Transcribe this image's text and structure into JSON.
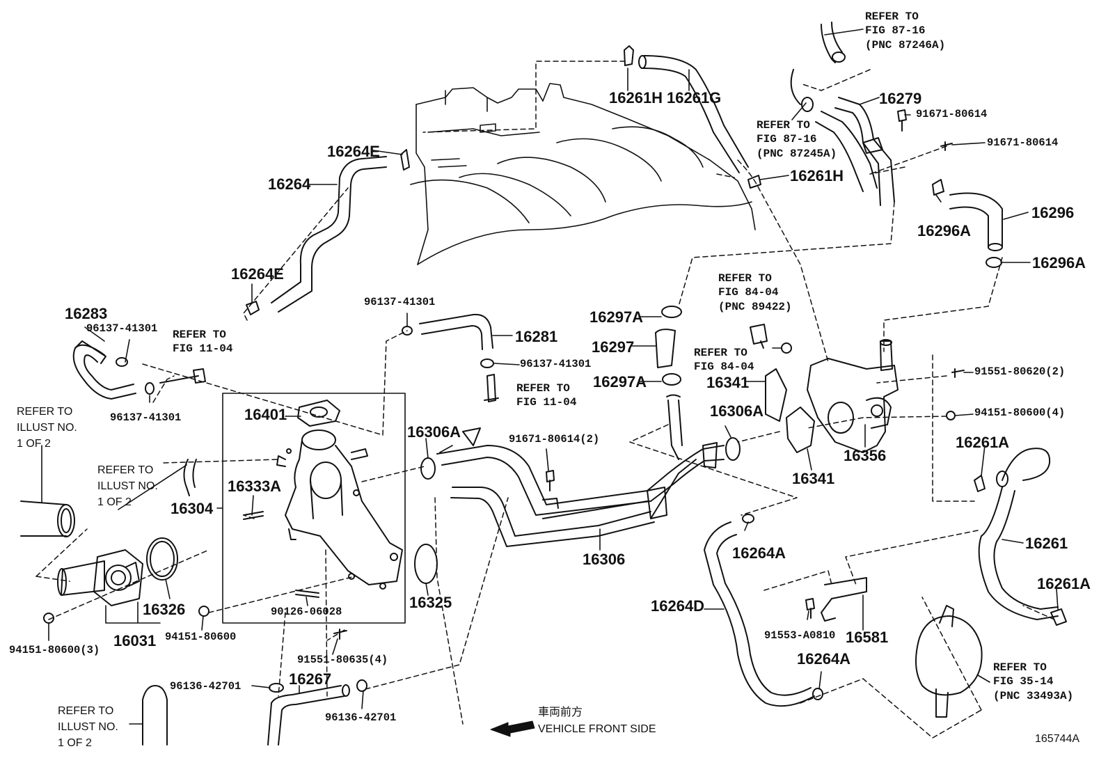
{
  "labels": {
    "p16261H_a": "16261H",
    "p16261G": "16261G",
    "p16261H_b": "16261H",
    "p16279": "16279",
    "p16264E_a": "16264E",
    "p16264": "16264",
    "p16264E_b": "16264E",
    "p16283": "16283",
    "p16281": "16281",
    "p16296": "16296",
    "p16296A_a": "16296A",
    "p16296A_b": "16296A",
    "p16297A_a": "16297A",
    "p16297": "16297",
    "p16297A_b": "16297A",
    "p16341_a": "16341",
    "p16341_b": "16341",
    "p16306A_a": "16306A",
    "p16306A_b": "16306A",
    "p16356": "16356",
    "p16401": "16401",
    "p16333A": "16333A",
    "p16304": "16304",
    "p16326": "16326",
    "p16031": "16031",
    "p16325": "16325",
    "p16306": "16306",
    "p16264A_a": "16264A",
    "p16264A_b": "16264A",
    "p16264D": "16264D",
    "p16581": "16581",
    "p16261A_a": "16261A",
    "p16261": "16261",
    "p16261A_b": "16261A",
    "p16267": "16267"
  },
  "part_numbers": {
    "n91671_80614_a": "91671-80614",
    "n91671_80614_b": "91671-80614",
    "n96137_41301_a": "96137-41301",
    "n96137_41301_b": "96137-41301",
    "n96137_41301_c": "96137-41301",
    "n96137_41301_d": "96137-41301",
    "n91551_80620": "91551-80620(2)",
    "n94151_80600_4": "94151-80600(4)",
    "n91671_80614_2": "91671-80614(2)",
    "n90126_06028": "90126-06028",
    "n94151_80600": "94151-80600",
    "n94151_80600_3": "94151-80600(3)",
    "n91551_80635": "91551-80635(4)",
    "n91553_A0810": "91553-A0810",
    "n96136_42701_a": "96136-42701",
    "n96136_42701_b": "96136-42701"
  },
  "refs": {
    "r87_16_a": "REFER TO\nFIG 87-16\n(PNC 87246A)",
    "r87_16_b": "REFER TO\nFIG 87-16\n(PNC 87245A)",
    "r84_04_a": "REFER TO\nFIG 84-04\n(PNC 89422)",
    "r84_04_b": "REFER TO\nFIG 84-04",
    "r11_04_a": "REFER TO\nFIG 11-04",
    "r11_04_b": "REFER TO\nFIG 11-04",
    "r35_14": "REFER TO\nFIG 35-14\n(PNC 33493A)"
  },
  "notes": {
    "illust_left": "REFER TO\nILLUST NO.\n1 OF 2",
    "illust_mid": "REFER TO\nILLUST NO.\n1 OF 2",
    "illust_bottom": "REFER TO\nILLUST NO.\n1 OF 2",
    "front_jp": "車両前方",
    "front_en": "VEHICLE FRONT SIDE",
    "figure_id": "165744A"
  }
}
